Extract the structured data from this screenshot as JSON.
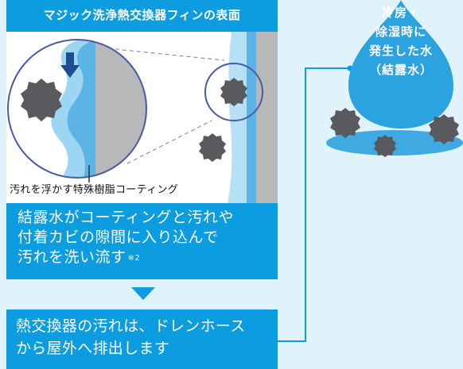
{
  "panel": {
    "title": "マジック洗浄熱交換器フィンの表面",
    "coating_label": "汚れを浮かす特殊樹脂コーティング",
    "description_lines": [
      "結露水がコーティングと汚れや",
      "付着カビの隙間に入り込んで",
      "汚れを洗い流す"
    ],
    "note_mark": "※2"
  },
  "bottom_box": {
    "lines": [
      "熱交換器の汚れは、ドレンホース",
      "から屋外へ排出します"
    ]
  },
  "drop": {
    "lines": [
      "冷房・",
      "除湿時に",
      "発生した水",
      "（結露水）"
    ]
  },
  "colors": {
    "accent_blue": "#0b9de0",
    "background": "#e0f2fa",
    "light_blue": "#9cd6f2",
    "dirt": "#595a5e",
    "fin_gray": "#b7b8ba"
  }
}
